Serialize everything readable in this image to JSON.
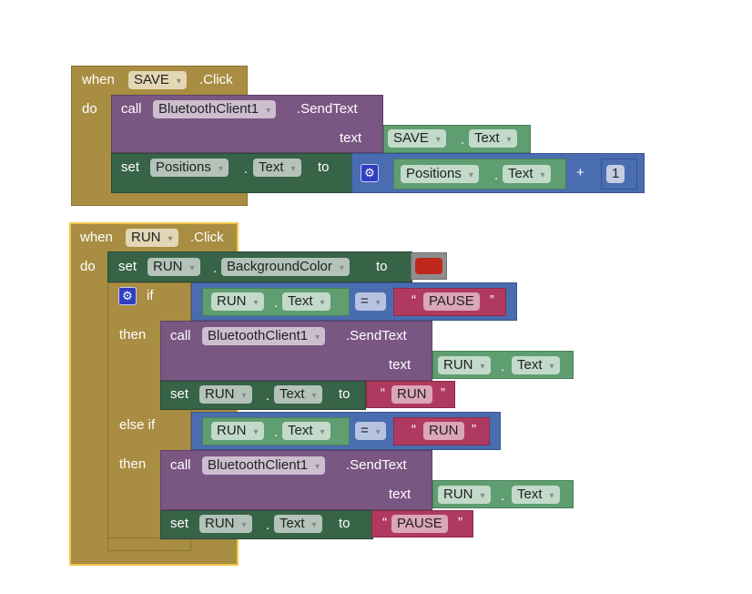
{
  "kw": {
    "when": "when",
    "do": "do",
    "call": "call",
    "set": "set",
    "to": "to",
    "text": "text",
    "if": "if",
    "then": "then",
    "else_if": "else if",
    "dot": ".",
    "plus": "+",
    "eq": "=",
    "lq": "“",
    "rq": "”",
    "arrow": "▾"
  },
  "event1": {
    "component": "SAVE",
    "event": ".Click",
    "call_component": "BluetoothClient1",
    "method": ".SendText",
    "arg_component": "SAVE",
    "arg_prop": "Text",
    "set_component": "Positions",
    "set_prop": "Text",
    "add_component": "Positions",
    "add_prop": "Text",
    "number": "1"
  },
  "event2": {
    "component": "RUN",
    "event": ".Click",
    "bg_component": "RUN",
    "bg_prop": "BackgroundColor",
    "color": "#c0281e",
    "cond1": {
      "component": "RUN",
      "prop": "Text",
      "string": "PAUSE"
    },
    "then1": {
      "call_component": "BluetoothClient1",
      "method": ".SendText",
      "arg_component": "RUN",
      "arg_prop": "Text",
      "set_component": "RUN",
      "set_prop": "Text",
      "string": "RUN"
    },
    "cond2": {
      "component": "RUN",
      "prop": "Text",
      "string": "RUN"
    },
    "then2": {
      "call_component": "BluetoothClient1",
      "method": ".SendText",
      "arg_component": "RUN",
      "arg_prop": "Text",
      "set_component": "RUN",
      "set_prop": "Text",
      "string": "PAUSE"
    }
  }
}
